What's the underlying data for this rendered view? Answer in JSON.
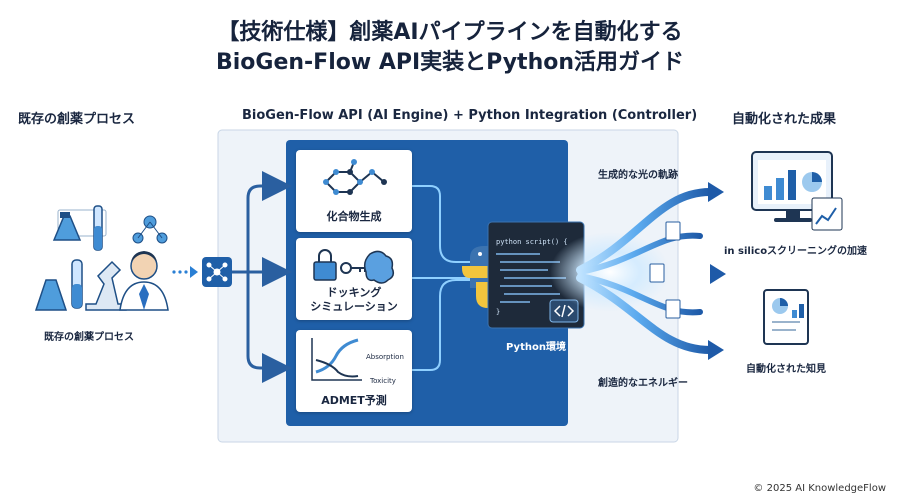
{
  "header": {
    "title_line1": "【技術仕様】創薬AIパイプラインを自動化する",
    "title_line2": "BioGen-Flow API実装とPython活用ガイド"
  },
  "left": {
    "heading": "既存の創薬プロセス",
    "caption": "既存の創薬プロセス"
  },
  "center": {
    "heading": "BioGen-Flow API (AI Engine) + Python Integration (Controller)",
    "cards": [
      {
        "label": "化合物生成"
      },
      {
        "label_line1": "ドッキング",
        "label_line2": "シミュレーション"
      },
      {
        "label": "ADMET予測",
        "tag_top": "Absorption",
        "tag_bottom": "Toxicity"
      }
    ],
    "python": {
      "label": "Python環境",
      "code_first_line": "python script() {",
      "code_close": "}"
    }
  },
  "flow": {
    "label_top": "生成的な光の軌跡",
    "label_bottom": "創造的なエネルギー"
  },
  "right": {
    "heading": "自動化された成果",
    "result1": "in silicoスクリーニングの加速",
    "result2": "自動化された知見"
  },
  "footer": {
    "copyright": "© 2025 AI KnowledgeFlow"
  },
  "colors": {
    "panel_bg": "#eef3f9",
    "inner_panel": "#1f5fa8",
    "accent": "#2a7fd4",
    "python_blue": "#3b73b0",
    "python_yellow": "#f2c53d",
    "editor_bg": "#1e2a3a"
  }
}
